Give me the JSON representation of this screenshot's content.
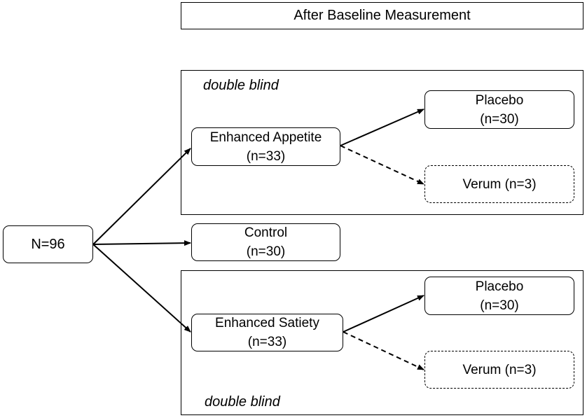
{
  "header": {
    "label": "After Baseline Measurement"
  },
  "top_group": {
    "caption": "double blind"
  },
  "bottom_group": {
    "caption": "double blind"
  },
  "nodes": {
    "total": {
      "label": "N=96"
    },
    "appetite": {
      "label": "Enhanced Appetite",
      "count": "(n=33)"
    },
    "control": {
      "label": "Control",
      "count": "(n=30)"
    },
    "satiety": {
      "label": "Enhanced Satiety",
      "count": "(n=33)"
    },
    "appetite_placebo": {
      "label": "Placebo",
      "count": "(n=30)"
    },
    "appetite_verum": {
      "label": "Verum (n=3)"
    },
    "satiety_placebo": {
      "label": "Placebo",
      "count": "(n=30)"
    },
    "satiety_verum": {
      "label": "Verum (n=3)"
    }
  }
}
